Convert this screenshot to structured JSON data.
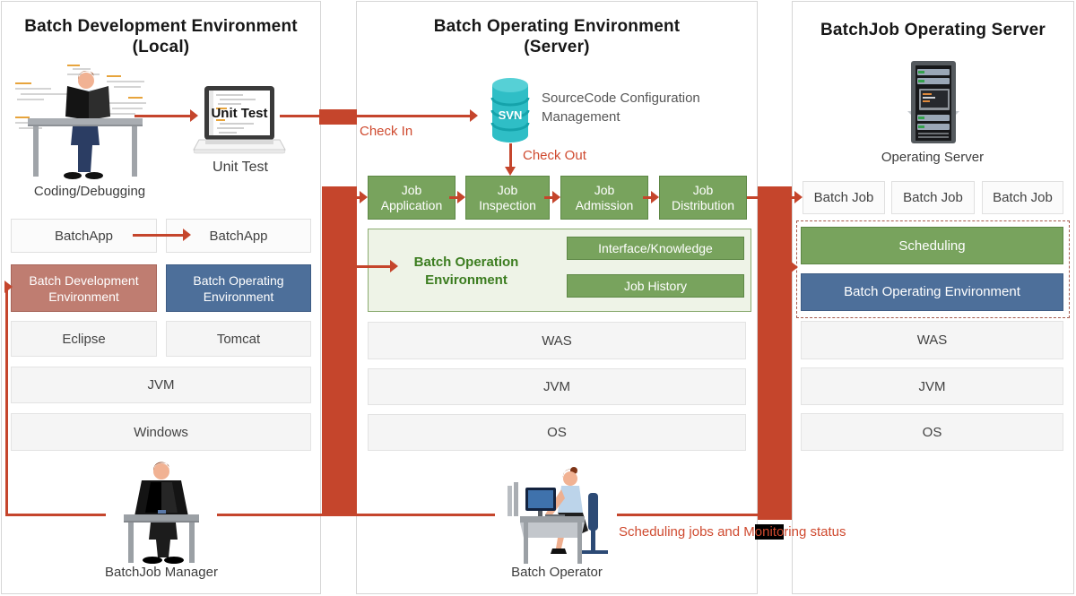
{
  "colors": {
    "red": "#c5452c",
    "red_text": "#cf4a2f",
    "green": "#78a35d",
    "green_border": "#5d8745",
    "blue": "#4d6f9a",
    "blue_border": "#3e5c84",
    "rosy": "#bf7d71",
    "rosy_border": "#a8655a",
    "teal": "#2fbec6",
    "teal_dark": "#15a3ab",
    "teal_light": "#56d0d6",
    "container_bg": "#eef3e7",
    "container_border": "#8aab6f",
    "dark_green_text": "#3c7d20",
    "gray_box_bg": "#f5f5f5",
    "gray_box_border": "#e3e3e3",
    "white_box_bg": "#fbfbfb",
    "white_box_border": "#e0e0e0",
    "dashed_border": "#a55a4d",
    "panel_border": "#d6d6d6",
    "highlight_bg": "#000000"
  },
  "icons": {
    "developer": "person-coding-at-desk-icon",
    "laptop": "laptop-unit-test-icon",
    "svn": "database-cylinder-icon",
    "manager": "manager-at-desk-icon",
    "operator": "operator-at-desk-icon",
    "server": "server-rack-icon"
  },
  "dev_panel": {
    "title_line1": "Batch Development Environment",
    "title_line2": "(Local)",
    "coding_label": "Coding/Debugging",
    "laptop_screen_text": "Unit Test",
    "laptop_label": "Unit Test",
    "batchapp_left": "BatchApp",
    "batchapp_right": "BatchApp",
    "dev_env": "Batch Development Environment",
    "op_env": "Batch Operating Environment",
    "eclipse": "Eclipse",
    "tomcat": "Tomcat",
    "jvm": "JVM",
    "windows": "Windows",
    "manager_label": "BatchJob Manager"
  },
  "server_panel": {
    "title_line1": "Batch Operating Environment",
    "title_line2": "(Server)",
    "svn": "SVN",
    "scm_line1": "SourceCode Configuration",
    "scm_line2": "Management",
    "check_in": "Check In",
    "check_out": "Check Out",
    "jobs": [
      {
        "l1": "Job",
        "l2": "Application"
      },
      {
        "l1": "Job",
        "l2": "Inspection"
      },
      {
        "l1": "Job",
        "l2": "Admission"
      },
      {
        "l1": "Job",
        "l2": "Distribution"
      }
    ],
    "op_env_l1": "Batch Operation",
    "op_env_l2": "Environment",
    "interface_knowledge": "Interface/Knowledge",
    "job_history": "Job History",
    "was": "WAS",
    "jvm": "JVM",
    "os": "OS",
    "operator_label": "Batch Operator",
    "scheduling_note": {
      "pre": "Scheduling jobs and M",
      "highlight": "onito",
      "post": "ring status"
    }
  },
  "jobserver_panel": {
    "title": "BatchJob Operating Server",
    "server_label": "Operating Server",
    "batch_jobs": [
      "Batch Job",
      "Batch Job",
      "Batch Job"
    ],
    "scheduling": "Scheduling",
    "batch_op_env": "Batch Operating Environment",
    "was": "WAS",
    "jvm": "JVM",
    "os": "OS"
  }
}
